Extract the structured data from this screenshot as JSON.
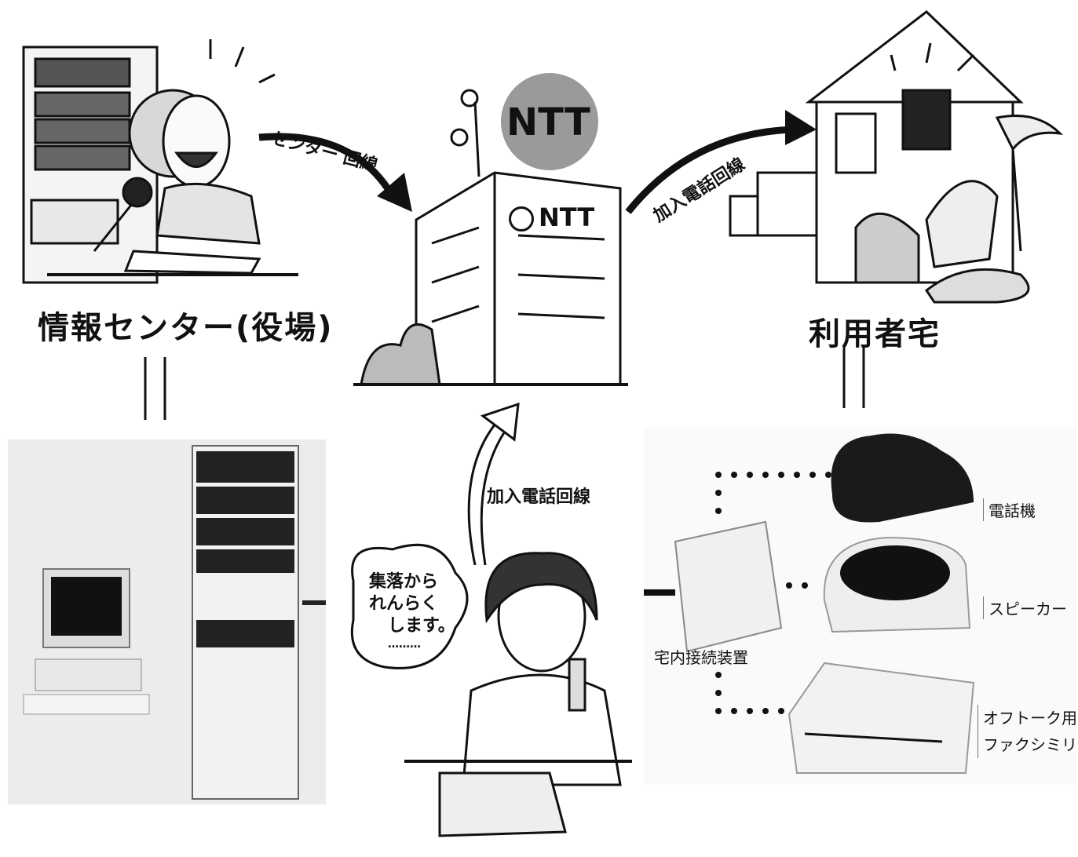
{
  "labels": {
    "info_center": "情報センター(役場)",
    "user_home": "利用者宅",
    "center_line": "センター 回線",
    "subscriber_line_top": "加入電話回線",
    "subscriber_line_bottom": "加入電話回線",
    "ntt_sign": "NTT",
    "ntt_building": "NTT",
    "home_unit": "宅内接続装置",
    "telephone": "電話機",
    "speaker": "スピーカー",
    "fax_line1": "オフトーク用",
    "fax_line2": "ファクシミリ"
  },
  "bubble": {
    "line1": "集落から",
    "line2": "れんらく",
    "line3": "します。",
    "line4": "………"
  }
}
